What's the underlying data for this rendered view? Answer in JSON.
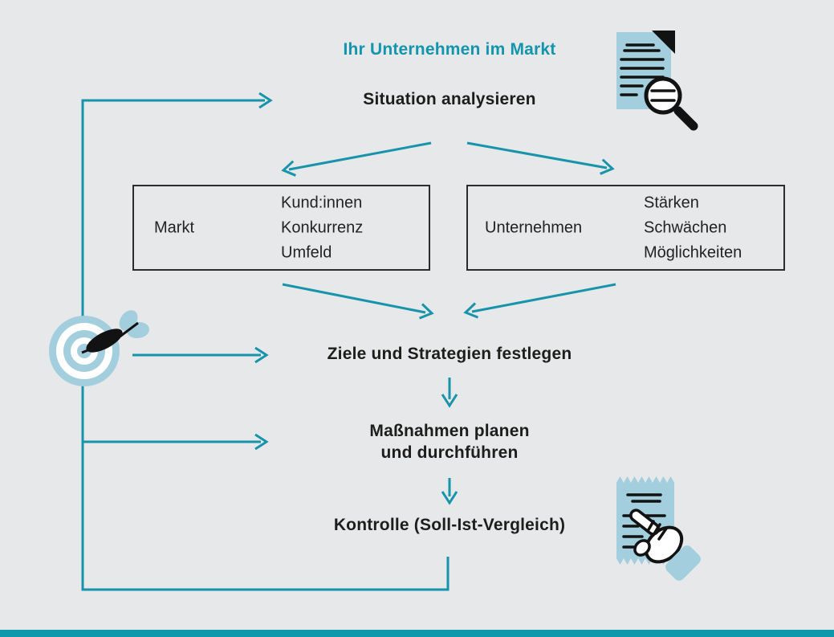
{
  "colors": {
    "background": "#e6e8e9",
    "accent": "#1794ab",
    "title_color": "#1295ad",
    "icon_fill": "#a3cedd",
    "text_color": "#1d1d1b",
    "box_border": "#2b2b2b",
    "bottom_bar": "#0f97ac"
  },
  "diagram": {
    "title": "Ihr Unternehmen im Markt",
    "steps": {
      "analyze": "Situation analysieren",
      "goals": "Ziele und Strategien festlegen",
      "measures_line1": "Maßnahmen planen",
      "measures_line2": "und durchführen",
      "control": "Kontrolle (Soll-Ist-Vergleich)"
    },
    "boxes": [
      {
        "label": "Markt",
        "items": [
          "Kund:innen",
          "Konkurrenz",
          "Umfeld"
        ]
      },
      {
        "label": "Unternehmen",
        "items": [
          "Stärken",
          "Schwächen",
          "Möglichkeiten"
        ]
      }
    ],
    "icons": {
      "top_right": "document-magnifier-icon",
      "left": "dart-target-icon",
      "bottom_right": "receipt-hand-icon"
    }
  }
}
